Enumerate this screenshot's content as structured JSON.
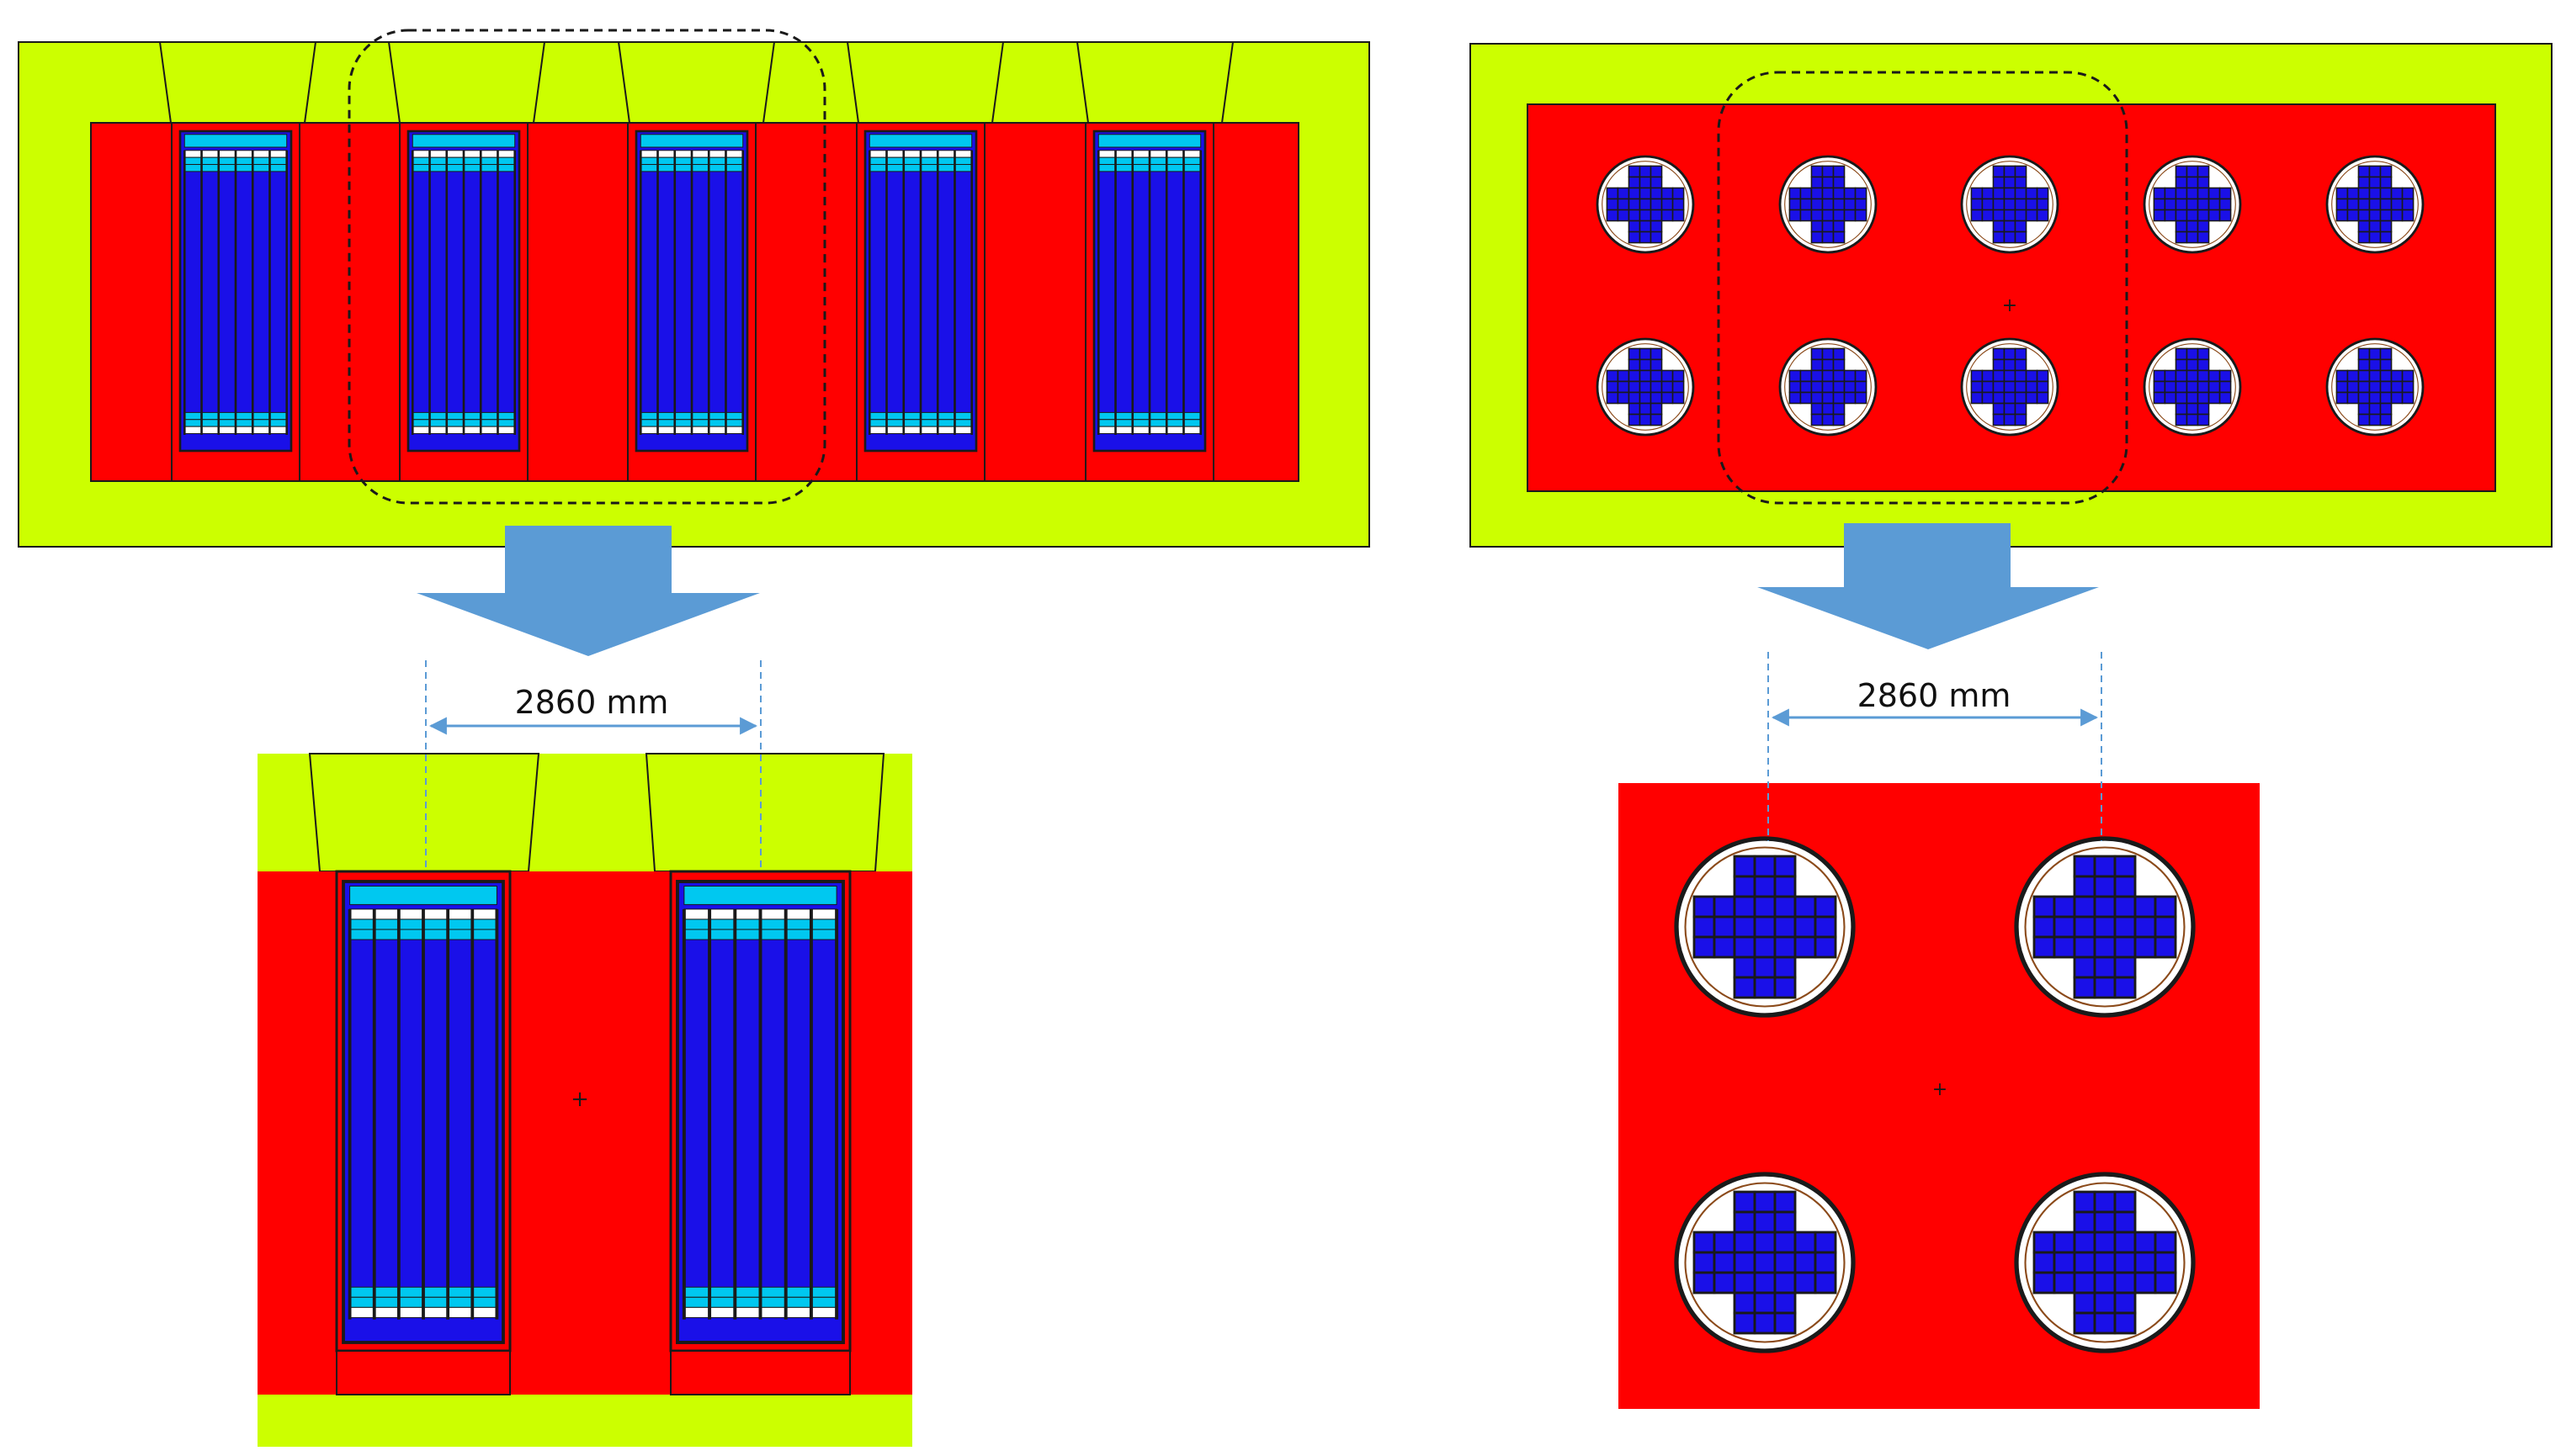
{
  "colors": {
    "background": "#ffffff",
    "shield": "#ccff00",
    "body": "#ff0000",
    "fuel": "#1a10e8",
    "coolant": "#00c8f0",
    "outline": "#1a1a1a",
    "arrow": "#5b9bd5",
    "dimension": "#5b9bd5"
  },
  "left_panel": {
    "dimension_label": "2860 mm",
    "cask_count": 5,
    "fuel_rods_per_cask": 6
  },
  "right_panel": {
    "dimension_label": "2860 mm",
    "rows": 2,
    "columns": 5
  }
}
